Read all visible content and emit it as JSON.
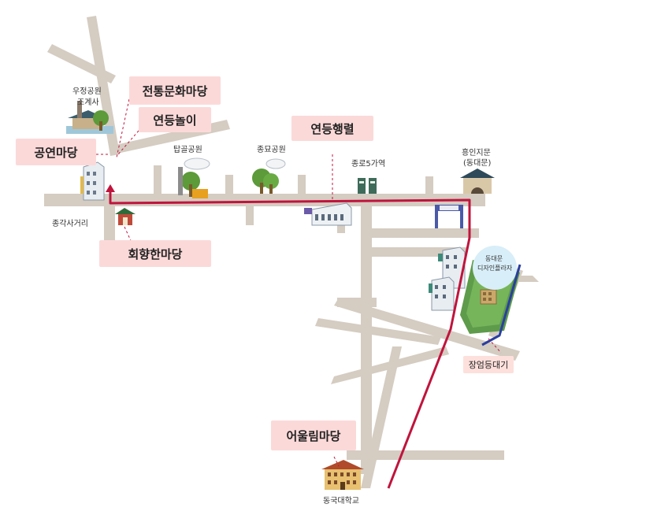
{
  "places": {
    "ujeong": "우정공원",
    "jogyesa": "조계사",
    "tapgol": "탑골공원",
    "jongmyo": "종묘공원",
    "jongno5ga": "종로5가역",
    "heunginjimun": "흥인지문",
    "dongdaemun": "(동대문)",
    "jonggak": "종각사거리",
    "ddp_line1": "동대문",
    "ddp_line2": "디자인플라자",
    "dongguk": "동국대학교"
  },
  "events": {
    "traditional": "전통문화마당",
    "yeondeungnori": "연등놀이",
    "performance": "공연마당",
    "parade": "연등행렬",
    "hoehyang": "회향한마당",
    "eoullim": "어울림마당",
    "jangeum": "장엄등대기"
  },
  "colors": {
    "road": "#d5ccc2",
    "route": "#c0143c",
    "leader": "#c0143c",
    "blue_route": "#2a3fa0",
    "event_bg": "#fcd9d9"
  }
}
